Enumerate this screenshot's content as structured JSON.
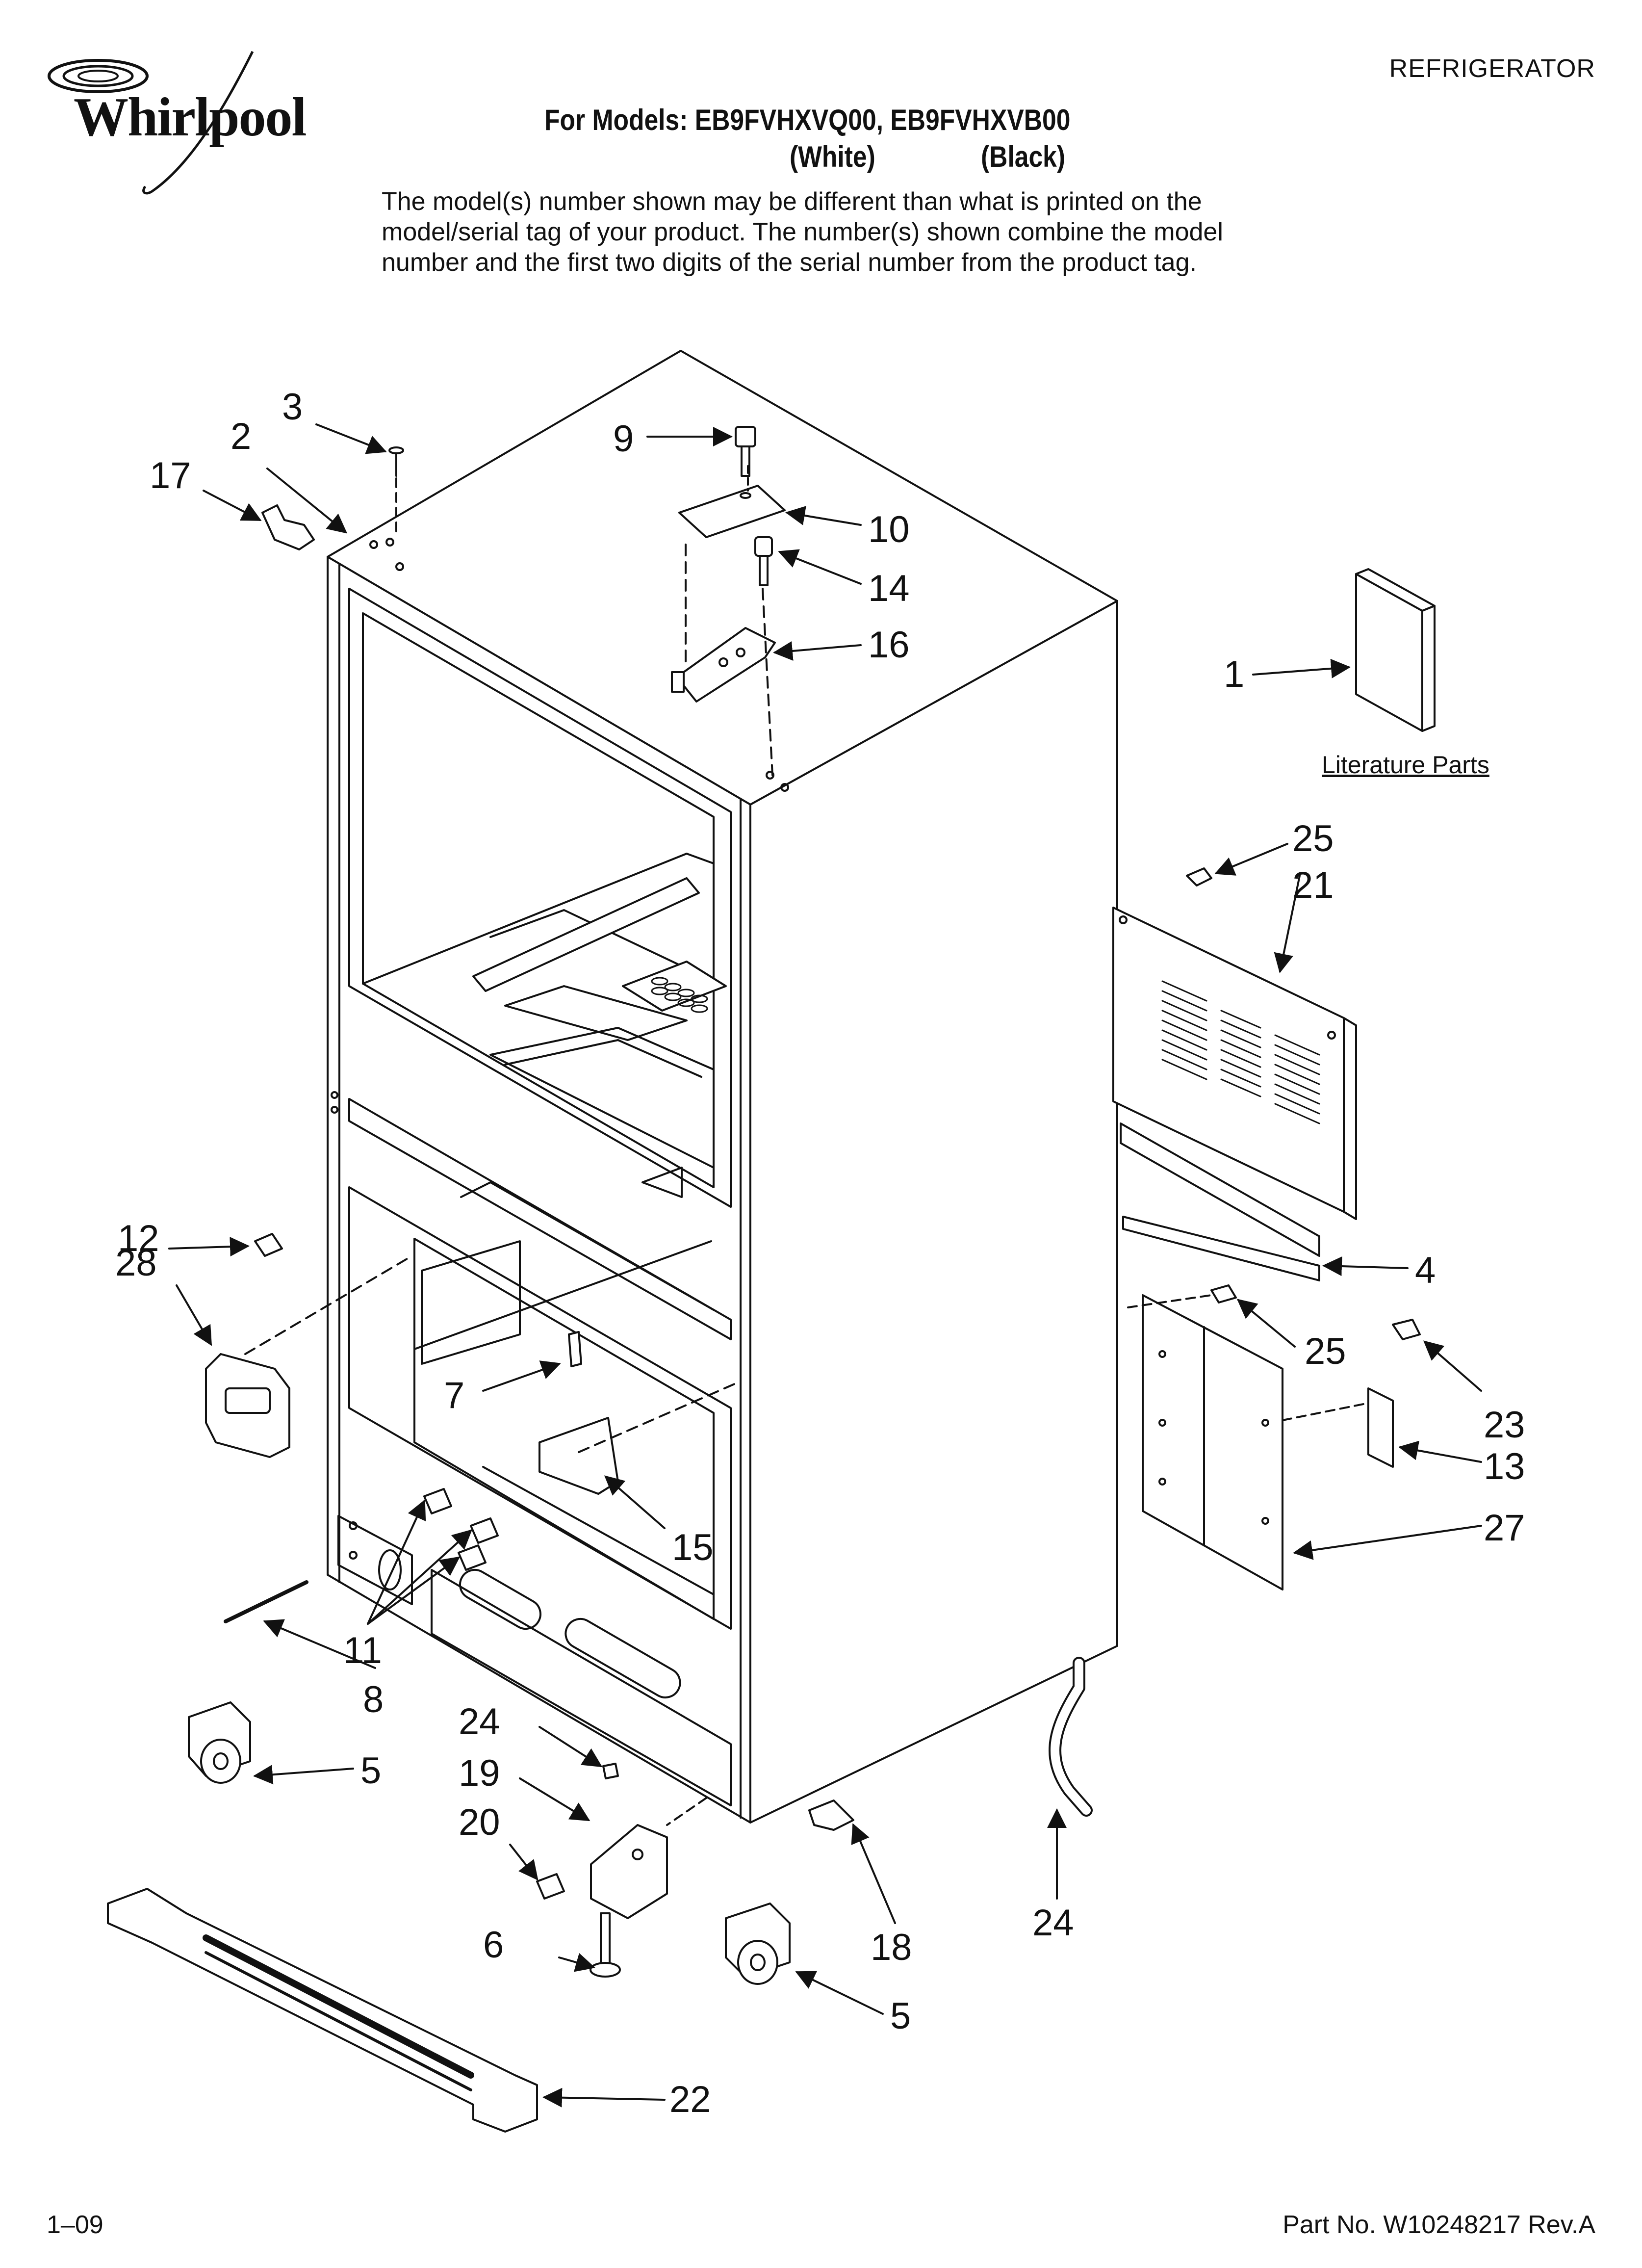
{
  "header": {
    "brand": "Whirlpool",
    "category": "REFRIGERATOR",
    "models_line": "For Models: EB9FVHXVQ00, EB9FVHXVB00",
    "variant_white": "(White)",
    "variant_black": "(Black)",
    "notice_lines": [
      "The model(s) number shown may be different than what is printed on the",
      "model/serial tag of your product. The number(s) shown combine the model",
      "number and the first two digits of the serial number from the product tag."
    ]
  },
  "diagram": {
    "literature_label": "Literature Parts",
    "callouts": [
      "1",
      "2",
      "3",
      "4",
      "5",
      "5",
      "6",
      "7",
      "8",
      "9",
      "10",
      "11",
      "12",
      "13",
      "14",
      "15",
      "16",
      "17",
      "18",
      "19",
      "20",
      "21",
      "22",
      "23",
      "24",
      "24",
      "25",
      "25",
      "27",
      "28"
    ]
  },
  "footer": {
    "date": "1–09",
    "part_number": "Part No. W10248217 Rev.A"
  }
}
